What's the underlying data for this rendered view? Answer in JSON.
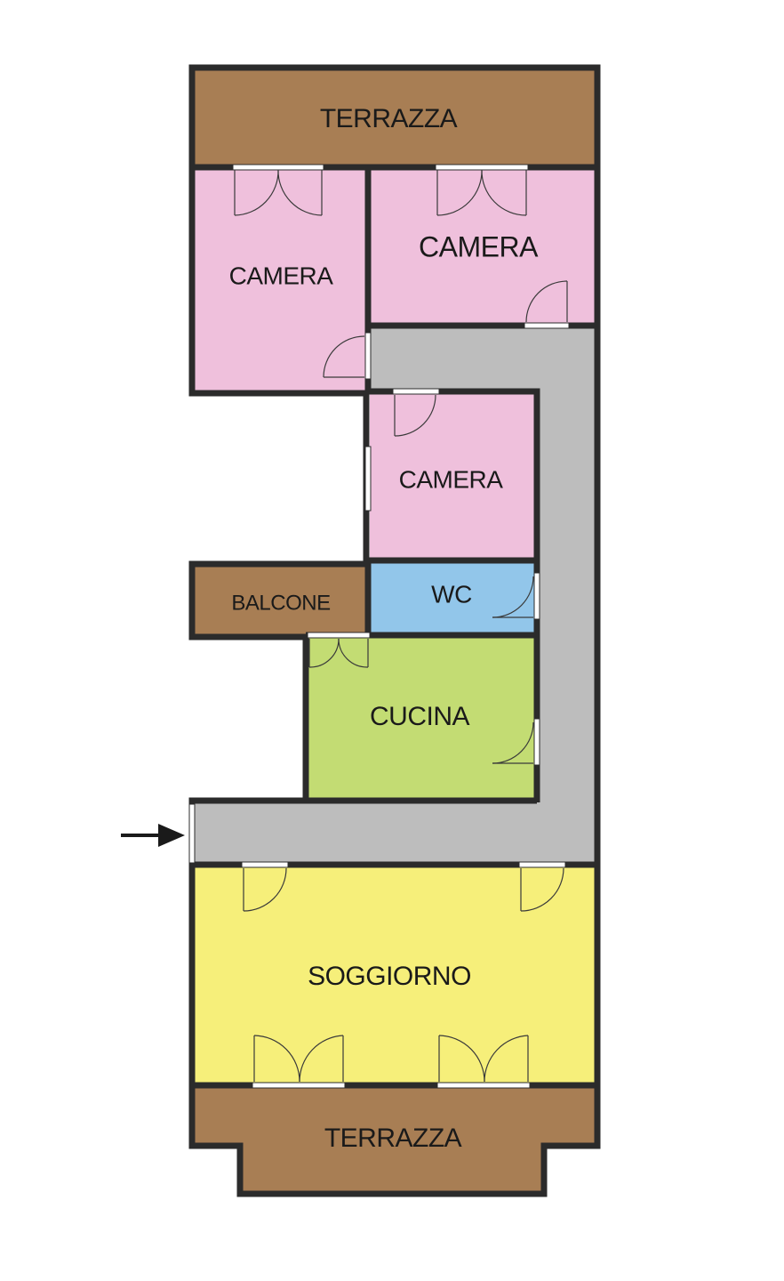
{
  "rooms": {
    "terrazza_top": {
      "label": "TERRAZZA",
      "color": "#a87e54"
    },
    "camera_left": {
      "label": "CAMERA",
      "color": "#efc0dc"
    },
    "camera_right": {
      "label": "CAMERA",
      "color": "#efc0dc"
    },
    "camera_middle": {
      "label": "CAMERA",
      "color": "#efc0dc"
    },
    "balcone": {
      "label": "BALCONE",
      "color": "#a87e54"
    },
    "wc": {
      "label": "WC",
      "color": "#92c6ea"
    },
    "cucina": {
      "label": "CUCINA",
      "color": "#c3dc73"
    },
    "soggiorno": {
      "label": "SOGGIORNO",
      "color": "#f6ef7a"
    },
    "terrazza_bottom": {
      "label": "TERRAZZA",
      "color": "#a87e54"
    },
    "corridor": {
      "color": "#bdbdbd"
    }
  },
  "entrance_arrow": {
    "icon": "arrow-right-icon"
  },
  "wall_color": "#2b2b2b"
}
